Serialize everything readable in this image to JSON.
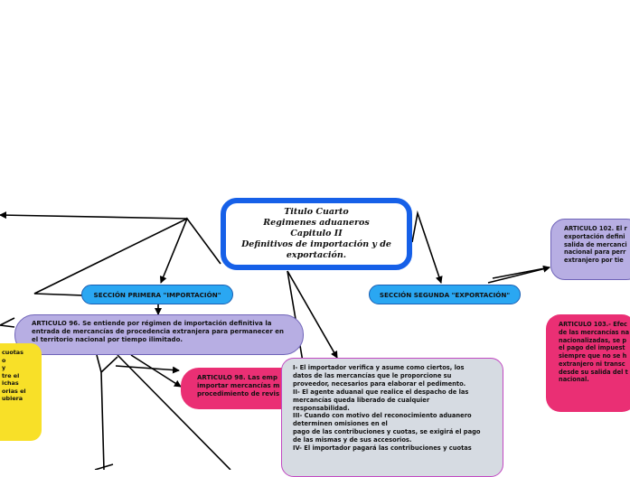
{
  "central": {
    "lines": [
      "Titulo Cuarto",
      "Regimenes aduaneros",
      "Capitulo II",
      "Definitivos de importación y de",
      "exportación."
    ]
  },
  "sections": {
    "first": "SECCIÓN PRIMERA \"IMPORTACIÓN\"",
    "second": "SECCIÓN SEGUNDA \"EXPORTACIÓN\""
  },
  "article96": {
    "lines": [
      "ARTICULO 96. Se entiende por régimen de importación definitiva la",
      "entrada de mercancías de procedencia extranjera para permanecer en",
      "el territorio nacional por tiempo ilimitado."
    ]
  },
  "yellow_note": {
    "lines": [
      "cuotas",
      "o",
      "y",
      "tre el",
      "ichas",
      "orias el",
      "ubiera"
    ]
  },
  "article98": {
    "lines": [
      "ARTICULO 98. Las emp",
      "importar mercancías m",
      "procedimiento de revis"
    ]
  },
  "obligations": {
    "lines": [
      "I- El importador verifica y asume como ciertos, los",
      "datos de las mercancías que le proporcione su",
      "proveedor, necesarios para elaborar el pedimento.",
      "II- El agente aduanal que realice el despacho de las",
      "mercancías queda liberado de cualquier",
      " responsabilidad.",
      "III- Cuando con motivo del reconocimiento aduanero",
      "determinen omisiones en el",
      "pago de las contribuciones y cuotas, se exigirá el pago",
      "de las mismas y de sus accesorios.",
      "IV- El importador pagará las contribuciones y cuotas"
    ]
  },
  "article102": {
    "lines": [
      "ARTICULO 102. El r",
      "exportación defini",
      "salida de mercanci",
      "nacional para perr",
      "extranjero por tie"
    ]
  },
  "article103": {
    "lines": [
      "ARTICULO 103.- Efec",
      "de las mercancías na",
      "nacionalizadas, se p",
      "el pago del impuest",
      "siempre que no se h",
      "extranjero ni transc",
      "desde su salida del t",
      "nacional."
    ]
  }
}
